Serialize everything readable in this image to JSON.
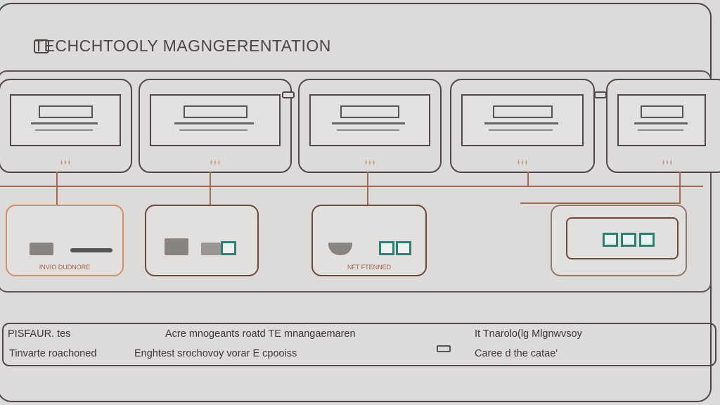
{
  "title": "TECHCHTOOLY MAGNGERENTATION",
  "top_row": [
    {
      "tag": "ᚼᚼᚼ"
    },
    {
      "tag": "ᚼᚼᚼ"
    },
    {
      "tag": "ᚼᚼᚼ"
    },
    {
      "tag": "ᚼᚼᚼ"
    },
    {
      "tag": "ᚼᚼᚼ"
    }
  ],
  "bottom_row": [
    {
      "label": "INVIO DUDNORE"
    },
    {
      "label": ""
    },
    {
      "label": "NFT FTENNED"
    },
    {
      "label": ""
    }
  ],
  "legend": {
    "col1_line1": "PISFAUR. tes",
    "col1_line2": "Tinvarte roachoned",
    "col2_line1": "Acre mnogeants roatd TE mnangaemaren",
    "col2_line2": "Enghtest srochovoy vorar E cpooiss",
    "col3_line1": "It Tnarolo(lg Mlgnwvsoy",
    "col3_line2": "Caree d the catae'"
  }
}
